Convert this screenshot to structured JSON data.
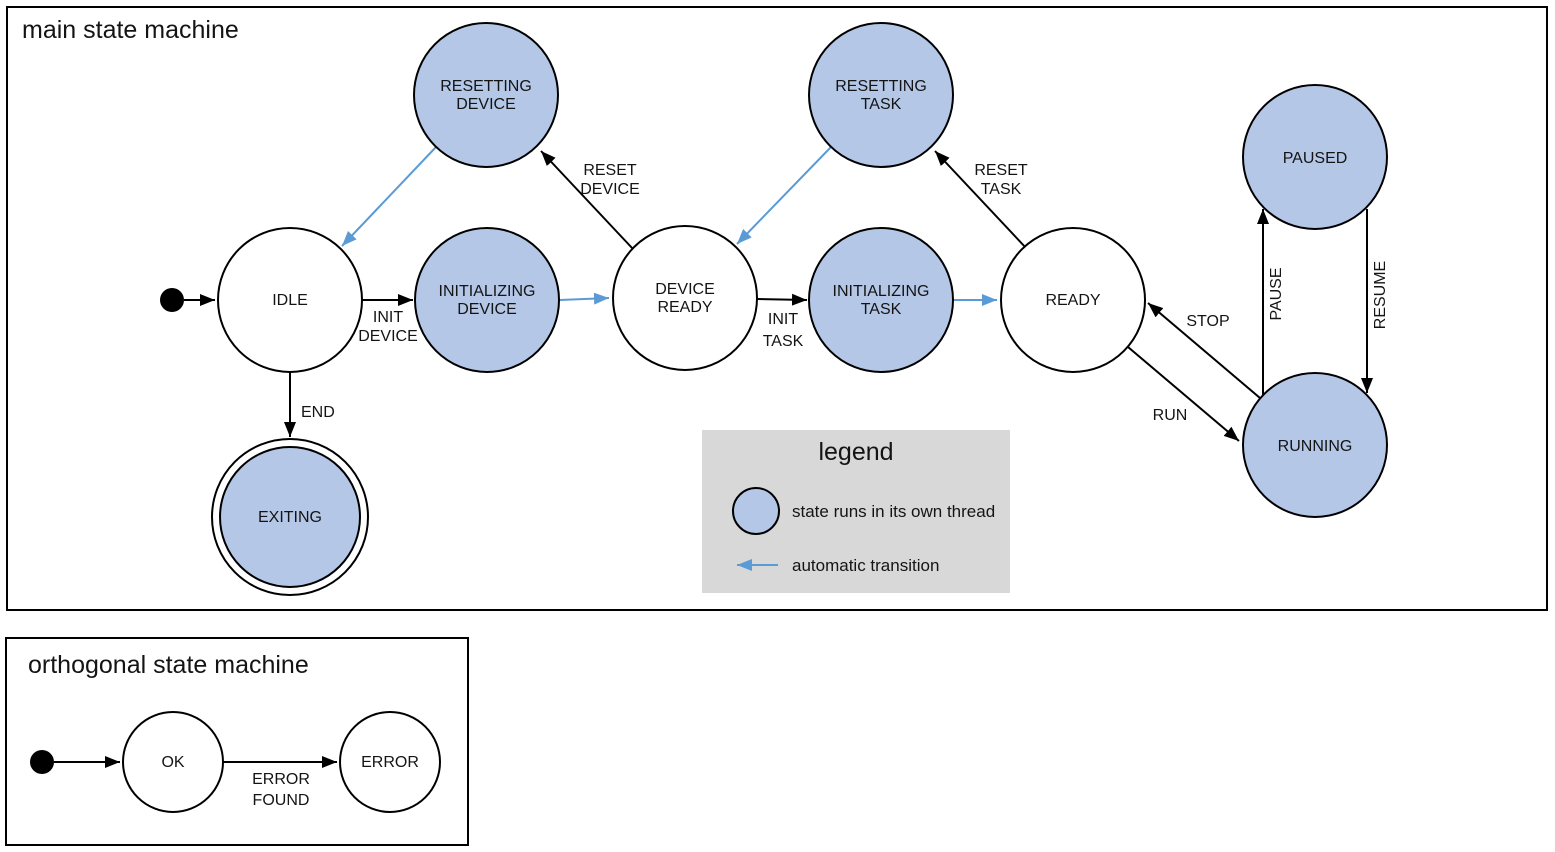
{
  "colors": {
    "state_fill": "#b4c7e7",
    "stroke": "#000000",
    "auto_transition": "#5b9bd5",
    "legend_bg": "#d8d8d8"
  },
  "main": {
    "title": "main state machine",
    "states": {
      "resetting_device": [
        "RESETTING",
        "DEVICE"
      ],
      "idle": [
        "IDLE"
      ],
      "initializing_device": [
        "INITIALIZING",
        "DEVICE"
      ],
      "device_ready": [
        "DEVICE",
        "READY"
      ],
      "resetting_task": [
        "RESETTING",
        "TASK"
      ],
      "initializing_task": [
        "INITIALIZING",
        "TASK"
      ],
      "ready": [
        "READY"
      ],
      "paused": [
        "PAUSED"
      ],
      "running": [
        "RUNNING"
      ],
      "exiting": [
        "EXITING"
      ]
    },
    "transitions": {
      "init_device": [
        "INIT",
        "DEVICE"
      ],
      "reset_device": [
        "RESET",
        "DEVICE"
      ],
      "init_task": [
        "INIT",
        "TASK"
      ],
      "reset_task": [
        "RESET",
        "TASK"
      ],
      "end": "END",
      "run": "RUN",
      "stop": "STOP",
      "pause": "PAUSE",
      "resume": "RESUME"
    }
  },
  "legend": {
    "title": "legend",
    "thread_label": "state runs in its own thread",
    "auto_label": "automatic transition"
  },
  "orthogonal": {
    "title": "orthogonal state machine",
    "states": {
      "ok": [
        "OK"
      ],
      "error": [
        "ERROR"
      ]
    },
    "transitions": {
      "error_found": [
        "ERROR",
        "FOUND"
      ]
    }
  }
}
